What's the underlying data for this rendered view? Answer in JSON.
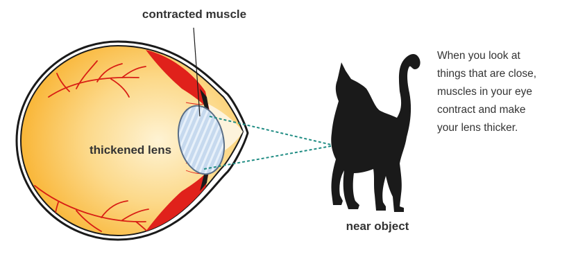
{
  "labels": {
    "muscle": "contracted muscle",
    "lens": "thickened lens",
    "object": "near object"
  },
  "caption": {
    "lines": [
      "When you look at",
      "things that are close,",
      "muscles in your eye",
      "contract and make",
      "your lens thicker."
    ]
  },
  "colors": {
    "eye_outline": "#1a1a1a",
    "eye_fill_light": "#fde9b8",
    "eye_fill_mid": "#fccd6a",
    "eye_fill_dark": "#f9a825",
    "muscle_red": "#e0211b",
    "vessel_red": "#d81e14",
    "lens_fill": "#c9dcef",
    "lens_stroke": "#5a6e86",
    "dashed_line": "#1f8c83",
    "cat": "#1a1a1a",
    "text": "#333333"
  },
  "icons": {
    "object": "cat-silhouette-icon"
  }
}
